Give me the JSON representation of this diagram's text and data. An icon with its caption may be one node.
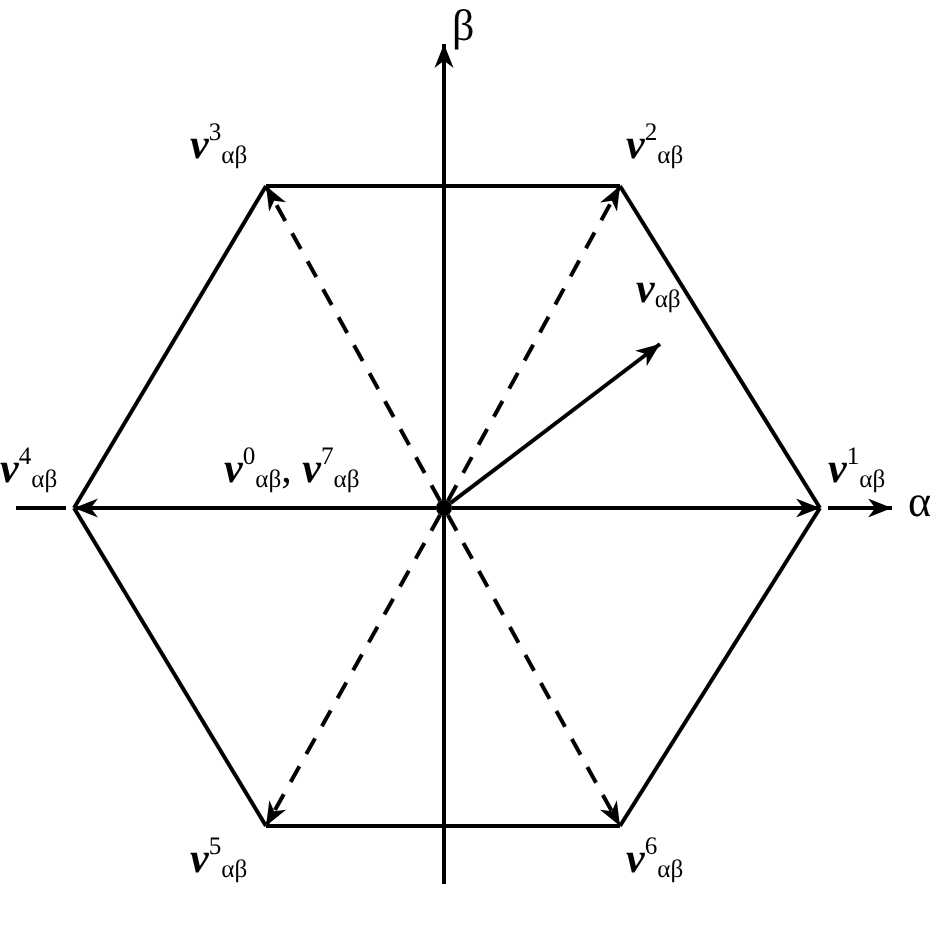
{
  "diagram": {
    "nodes": [
      {
        "text": [],
        "shape": "circle",
        "beside": [
          "**v**$^{0}$$_{αβ}$, **v**$^{7}$$_{αβ}$"
        ]
      },
      {
        "text": [
          "**v**$^{1}$$_{αβ}$"
        ]
      },
      {
        "text": [
          "**v**$^{2}$$_{αβ}$"
        ]
      },
      {
        "text": [
          "**v**$^{3}$$_{αβ}$"
        ]
      },
      {
        "text": [
          "**v**$^{4}$$_{αβ}$"
        ]
      },
      {
        "text": [
          "**v**$^{5}$$_{αβ}$"
        ]
      },
      {
        "text": [
          "**v**$^{6}$$_{αβ}$"
        ]
      },
      {
        "text": [
          "**v**$_{αβ}$"
        ]
      }
    ],
    "edges": [
      {
        "from": 0,
        "to": 1,
        "arrow": "to"
      },
      {
        "from": 0,
        "to": 2,
        "arrow": "to",
        "style": "dashed"
      },
      {
        "from": 0,
        "to": 3,
        "arrow": "to",
        "style": "dashed"
      },
      {
        "from": 0,
        "to": 4,
        "arrow": "to"
      },
      {
        "from": 0,
        "to": 5,
        "arrow": "to",
        "style": "dashed"
      },
      {
        "from": 0,
        "to": 6,
        "arrow": "to",
        "style": "dashed"
      },
      {
        "from": 0,
        "to": 7,
        "arrow": "to"
      },
      {
        "from": 1,
        "to": 2,
        "arrow": "none"
      },
      {
        "from": 2,
        "to": 3,
        "arrow": "none"
      },
      {
        "from": 3,
        "to": 4,
        "arrow": "none"
      },
      {
        "from": 4,
        "to": 5,
        "arrow": "none"
      },
      {
        "from": 5,
        "to": 6,
        "arrow": "none"
      },
      {
        "from": 6,
        "to": 1,
        "arrow": "none"
      }
    ],
    "labels": [
      "β",
      "α"
    ]
  }
}
